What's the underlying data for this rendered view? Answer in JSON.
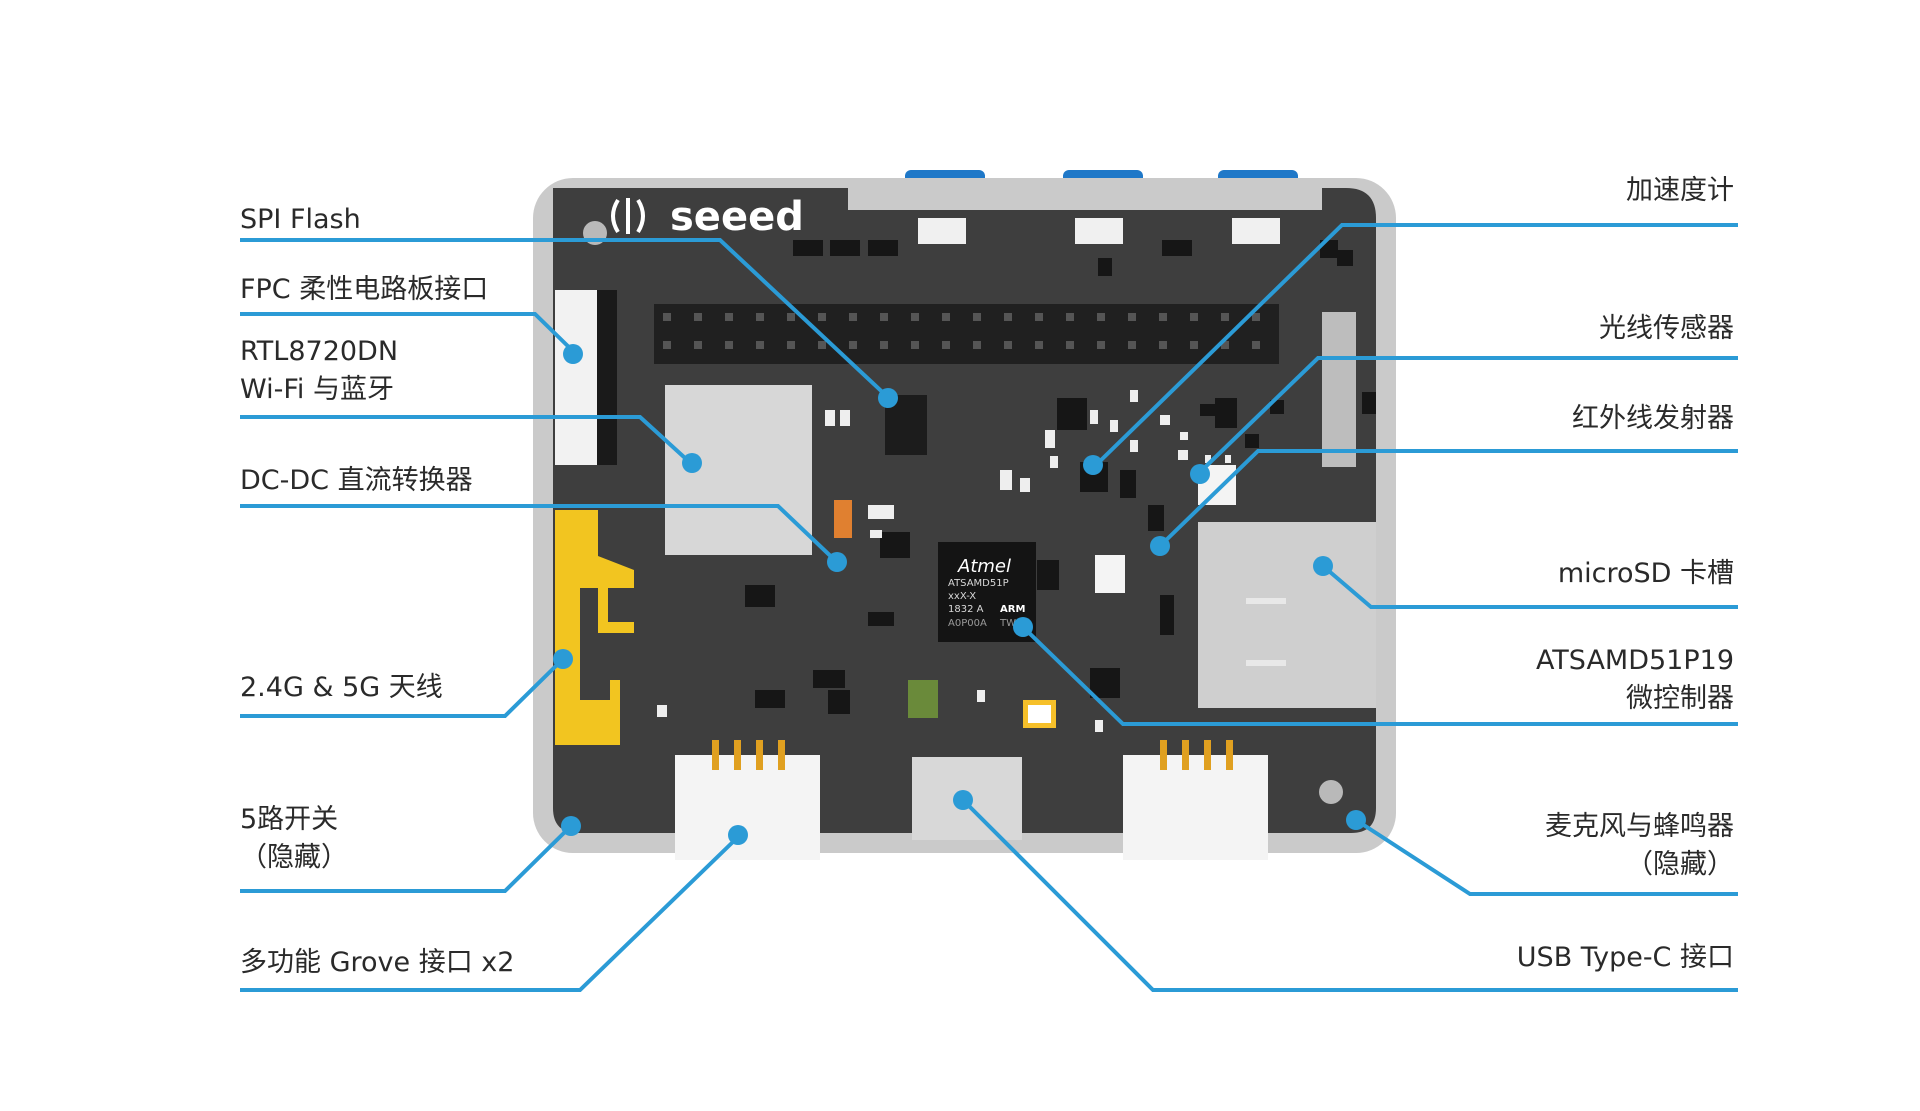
{
  "board": {
    "brand": "seeed",
    "chip_lines": [
      "Atmel",
      "ATSAMD51P",
      "xxX-X",
      "1832  A",
      "ARM",
      "A0P00A",
      "TW"
    ]
  },
  "labels_left": {
    "spi_flash": "SPI Flash",
    "fpc": "FPC 柔性电路板接口",
    "rtl_1": "RTL8720DN",
    "rtl_2": "Wi-Fi 与蓝牙",
    "dcdc": "DC-DC 直流转换器",
    "antenna": "2.4G & 5G 天线",
    "switch_1": "5路开关",
    "switch_2": "（隐藏）",
    "grove": "多功能 Grove 接口 x2"
  },
  "labels_right": {
    "accel": "加速度计",
    "light": "光线传感器",
    "ir": "红外线发射器",
    "microsd": "microSD 卡槽",
    "mcu_1": "ATSAMD51P19",
    "mcu_2": "微控制器",
    "mic_1": "麦克风与蜂鸣器",
    "mic_2": "（隐藏）",
    "usb": "USB Type-C 接口"
  },
  "colors": {
    "callout": "#2b9bd6",
    "frame": "#c9c9c9",
    "pcb": "#3d3d3d",
    "antenna": "#f2c520",
    "button": "#1f78c8"
  }
}
